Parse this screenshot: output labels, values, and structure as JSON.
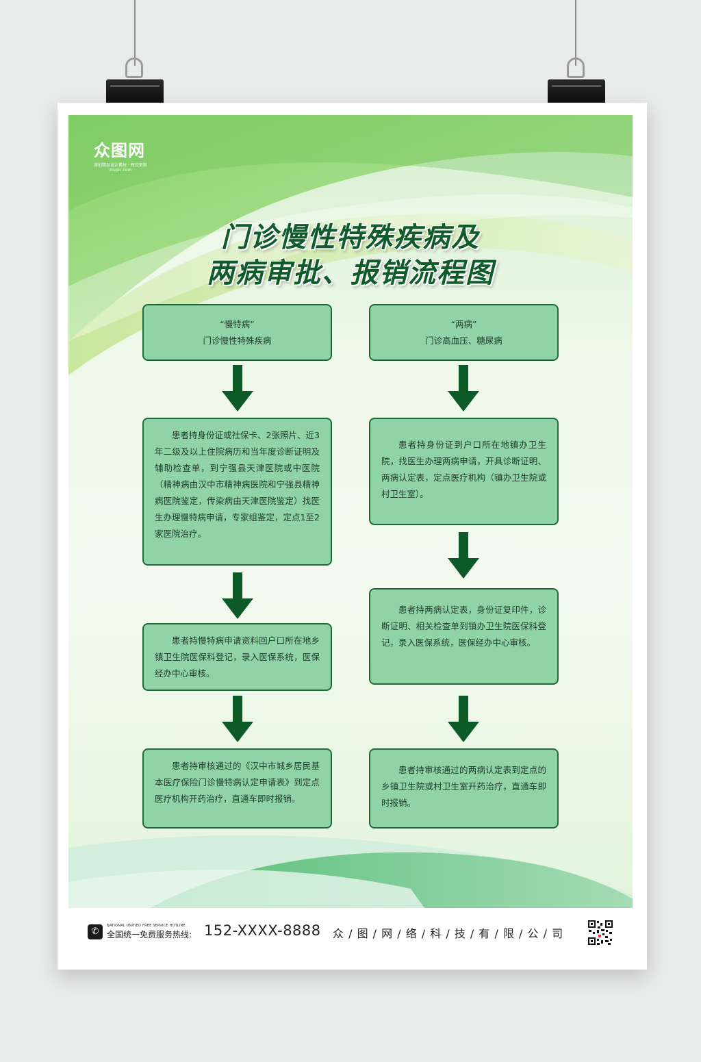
{
  "logo": {
    "mark": "众图网",
    "tagline": "原创精品设计素材 · 每日更新",
    "url": "ztupic.com"
  },
  "title": {
    "line1": "门诊慢性特殊疾病及",
    "line2": "两病审批、报销流程图"
  },
  "left_flow": {
    "head_line1": "“慢特病”",
    "head_line2": "门诊慢性特殊疾病",
    "step1": "患者持身份证或社保卡、2张照片、近3年二级及以上住院病历和当年度诊断证明及辅助检查单，到宁强县天津医院或中医院（精神病由汉中市精神病医院和宁强县精神病医院鉴定，传染病由天津医院鉴定）找医生办理慢特病申请，专家组鉴定，定点1至2家医院治疗。",
    "step2": "患者持慢特病申请资料回户口所在地乡镇卫生院医保科登记，录入医保系统，医保经办中心审核。",
    "step3": "患者持审核通过的《汉中市城乡居民基本医疗保险门诊慢特病认定申请表》到定点医疗机构开药治疗，直通车即时报销。"
  },
  "right_flow": {
    "head_line1": "“两病”",
    "head_line2": "门诊高血压、糖尿病",
    "step1": "患者持身份证到户口所在地镇办卫生院，找医生办理两病申请，开具诊断证明、两病认定表，定点医疗机构（镇办卫生院或村卫生室）。",
    "step2": "患者持两病认定表，身份证复印件，诊断证明、相关检查单到镇办卫生院医保科登记，录入医保系统，医保经办中心审核。",
    "step3": "患者持审核通过的两病认定表到定点的乡镇卫生院或村卫生室开药治疗，直通车即时报销。"
  },
  "footer": {
    "hotline_en": "NATIONAL UNIFIED FREE SERVICE HOTLINE",
    "hotline_cn": "全国统一免费服务热线:",
    "hotline_number": "152-XXXX-8888",
    "company": "众 / 图 / 网 / 络 / 科 / 技 / 有 / 限 / 公 / 司"
  },
  "colors": {
    "box_fill": "#8fd3a7",
    "box_border": "#1f6a37",
    "arrow": "#0d5a29",
    "title": "#0f5b2a"
  },
  "icons": [
    "phone-icon",
    "qr-code-icon",
    "binder-clip-icon",
    "arrow-down-icon"
  ]
}
